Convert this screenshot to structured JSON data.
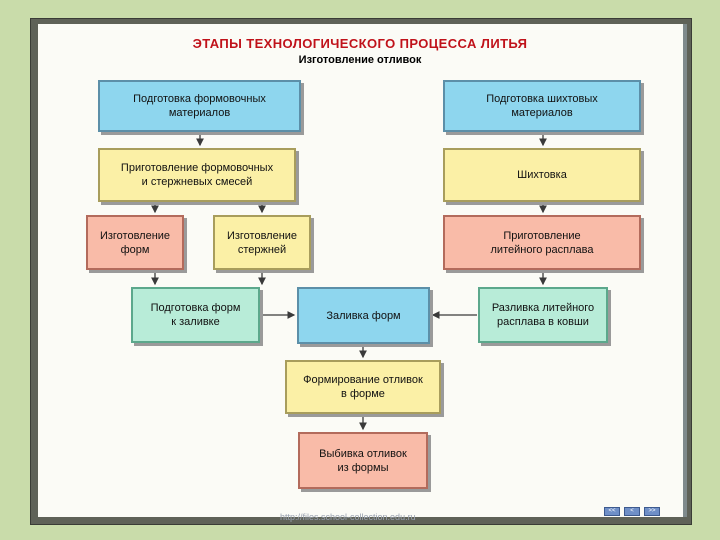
{
  "diagram": {
    "title": "ЭТАПЫ ТЕХНОЛОГИЧЕСКОГО ПРОЦЕССА ЛИТЬЯ",
    "subtitle": "Изготовление отливок",
    "nodes": {
      "prep_molding": "Подготовка формовочных\nматериалов",
      "prep_charge": "Подготовка шихтовых\nматериалов",
      "mixes": "Приготовление формовочных\nи стержневых смесей",
      "charging": "Шихтовка",
      "making_molds": "Изготовление\nформ",
      "making_cores": "Изготовление\nстержней",
      "melt": "Приготовление\nлитейного расплава",
      "mold_prep": "Подготовка форм\nк заливке",
      "pouring": "Заливка форм",
      "ladle": "Разливка литейного\nрасплава в ковши",
      "forming": "Формирование отливок\nв форме",
      "knockout": "Выбивка отливок\nиз формы"
    },
    "colors": {
      "blue": "#8ed6ee",
      "yellow": "#fbf0a6",
      "red": "#f9bba8",
      "green": "#b8ecd8",
      "title": "#c0121a"
    }
  },
  "footer": {
    "text": "http://files.school-collection.edu.ru",
    "nav_buttons": [
      "<<",
      "<",
      ">>"
    ]
  }
}
